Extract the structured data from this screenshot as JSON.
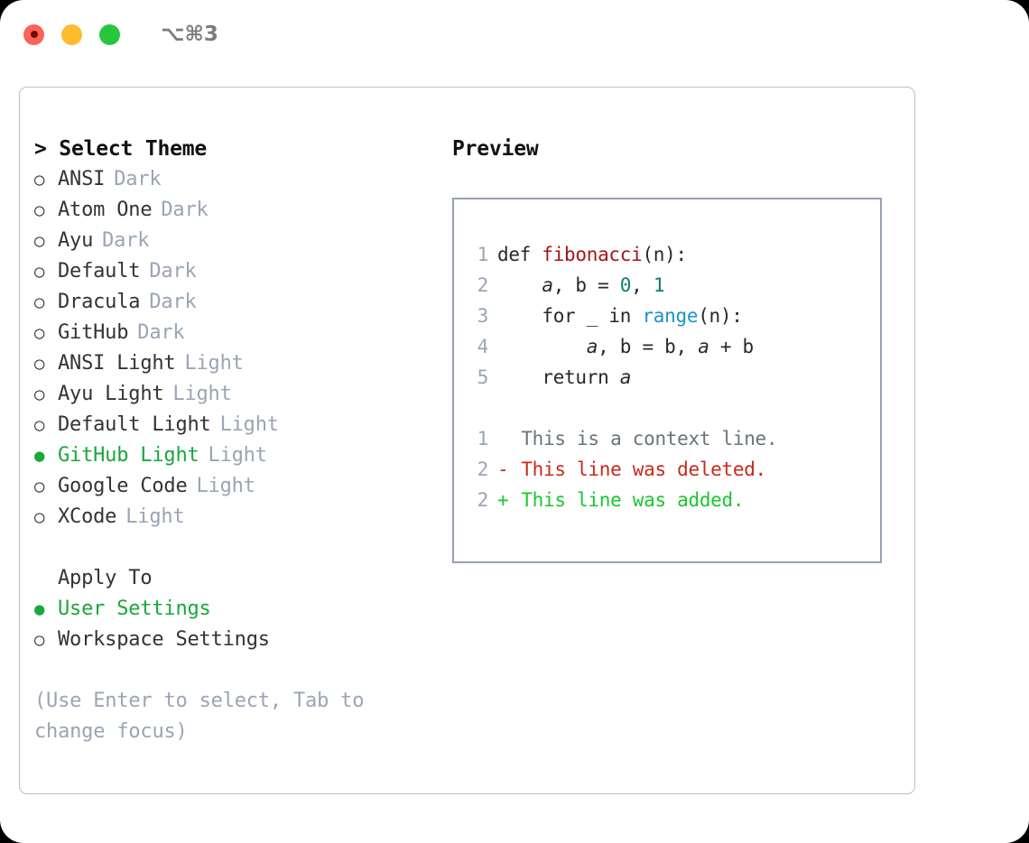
{
  "titlebar": {
    "shortcut": "⌥⌘3",
    "buttons": [
      {
        "name": "close",
        "color": "#fd6258"
      },
      {
        "name": "minimize",
        "color": "#fdbc2e"
      },
      {
        "name": "maximize",
        "color": "#26c73f"
      }
    ]
  },
  "theme_picker": {
    "heading": "> Select Theme",
    "caret": ">",
    "selected_marker": "●",
    "unselected_marker": "○",
    "selected_color": "#19a83a",
    "themes": [
      {
        "label": "ANSI",
        "kind": "Dark",
        "selected": false
      },
      {
        "label": "Atom One",
        "kind": "Dark",
        "selected": false
      },
      {
        "label": "Ayu",
        "kind": "Dark",
        "selected": false
      },
      {
        "label": "Default",
        "kind": "Dark",
        "selected": false
      },
      {
        "label": "Dracula",
        "kind": "Dark",
        "selected": false
      },
      {
        "label": "GitHub",
        "kind": "Dark",
        "selected": false
      },
      {
        "label": "ANSI Light",
        "kind": "Light",
        "selected": false
      },
      {
        "label": "Ayu Light",
        "kind": "Light",
        "selected": false
      },
      {
        "label": "Default Light",
        "kind": "Light",
        "selected": false
      },
      {
        "label": "GitHub Light",
        "kind": "Light",
        "selected": true
      },
      {
        "label": "Google Code",
        "kind": "Light",
        "selected": false
      },
      {
        "label": "XCode",
        "kind": "Light",
        "selected": false
      }
    ]
  },
  "apply_to": {
    "heading": "Apply To",
    "options": [
      {
        "label": "User Settings",
        "selected": true
      },
      {
        "label": "Workspace Settings",
        "selected": false
      }
    ]
  },
  "hint": "(Use Enter to select, Tab to change focus)",
  "preview": {
    "title": "Preview",
    "code_lines": [
      {
        "number": "1",
        "parts": [
          {
            "text": "def ",
            "style": "plain"
          },
          {
            "text": "fibonacci",
            "style": "fn"
          },
          {
            "text": "(n):",
            "style": "plain"
          }
        ]
      },
      {
        "number": "2",
        "parts": [
          {
            "text": "    ",
            "style": "plain"
          },
          {
            "text": "a",
            "style": "var"
          },
          {
            "text": ", ",
            "style": "plain"
          },
          {
            "text": "b",
            "style": "plain"
          },
          {
            "text": " = ",
            "style": "plain"
          },
          {
            "text": "0",
            "style": "num"
          },
          {
            "text": ", ",
            "style": "plain"
          },
          {
            "text": "1",
            "style": "num"
          }
        ]
      },
      {
        "number": "3",
        "parts": [
          {
            "text": "    for _ in ",
            "style": "plain"
          },
          {
            "text": "range",
            "style": "call"
          },
          {
            "text": "(n):",
            "style": "plain"
          }
        ]
      },
      {
        "number": "4",
        "parts": [
          {
            "text": "        ",
            "style": "plain"
          },
          {
            "text": "a",
            "style": "var"
          },
          {
            "text": ", b = b, ",
            "style": "plain"
          },
          {
            "text": "a",
            "style": "var"
          },
          {
            "text": " + b",
            "style": "plain"
          }
        ]
      },
      {
        "number": "5",
        "parts": [
          {
            "text": "    return ",
            "style": "plain"
          },
          {
            "text": "a",
            "style": "var"
          }
        ]
      }
    ],
    "diff_lines": [
      {
        "number": "1",
        "sign": " ",
        "text": "This is a context line.",
        "kind": "context"
      },
      {
        "number": "2",
        "sign": "-",
        "text": "This line was deleted.",
        "kind": "deleted"
      },
      {
        "number": "2",
        "sign": "+",
        "text": "This line was added.",
        "kind": "added"
      }
    ],
    "colors": {
      "function": "#a4161a",
      "call": "#1a94c9",
      "number": "#0d7a72",
      "context": "#6a737d",
      "deleted": "#c42b1c",
      "added": "#19c72f",
      "line_number": "#9aa5b4",
      "border": "#97a1b0"
    }
  }
}
